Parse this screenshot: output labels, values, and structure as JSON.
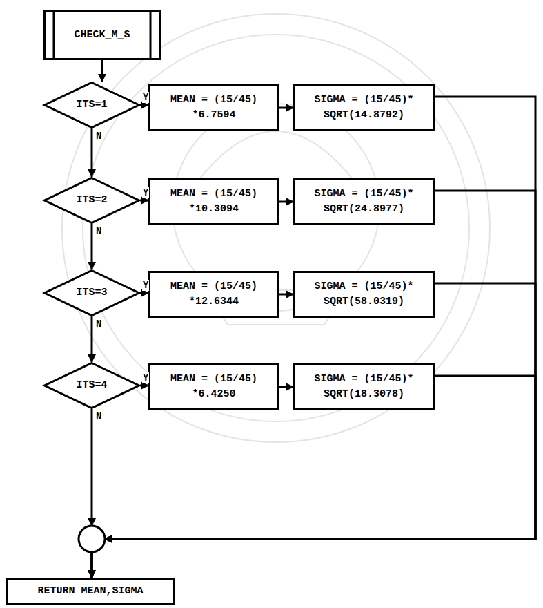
{
  "diagram": {
    "nodes": [
      {
        "text": [
          "CHECK_M_S"
        ]
      },
      {
        "text": [
          "ITS=1"
        ]
      },
      {
        "text": [
          "MEAN = (15/45) *6.7594"
        ]
      },
      {
        "text": [
          "SIGMA = (15/45)* SQRT(14.8792)"
        ]
      },
      {
        "text": [
          "ITS=2"
        ]
      },
      {
        "text": [
          "MEAN = (15/45) *10.3094"
        ]
      },
      {
        "text": [
          "SIGMA = (15/45)* SQRT(24.8977)"
        ]
      },
      {
        "text": [
          "ITS=3"
        ]
      },
      {
        "text": [
          "MEAN = (15/45) *12.6344"
        ]
      },
      {
        "text": [
          "SIGMA = (15/45)* SQRT(58.0319)"
        ]
      },
      {
        "text": [
          "ITS=4"
        ]
      },
      {
        "text": [
          "MEAN = (15/45) *6.4250"
        ]
      },
      {
        "text": [
          "SIGMA = (15/45)* SQRT(18.3078)"
        ]
      },
      {
        "text": [
          "RETURN MEAN,SIGMA"
        ]
      }
    ],
    "edges": [
      {
        "from": 0,
        "to": 1,
        "arrow": "to"
      },
      {
        "from": 1,
        "to": 2,
        "label": "Y",
        "arrow": "to"
      },
      {
        "from": 2,
        "to": 3,
        "arrow": "to"
      },
      {
        "from": 1,
        "to": 4,
        "label": "N",
        "arrow": "to"
      },
      {
        "from": 4,
        "to": 5,
        "label": "Y",
        "arrow": "to"
      },
      {
        "from": 5,
        "to": 6,
        "arrow": "to"
      },
      {
        "from": 4,
        "to": 7,
        "label": "N",
        "arrow": "to"
      },
      {
        "from": 7,
        "to": 8,
        "label": "Y",
        "arrow": "to"
      },
      {
        "from": 8,
        "to": 9,
        "arrow": "to"
      },
      {
        "from": 7,
        "to": 10,
        "label": "N",
        "arrow": "to"
      },
      {
        "from": 10,
        "to": 11,
        "label": "Y",
        "arrow": "to"
      },
      {
        "from": 11,
        "to": 12,
        "arrow": "to"
      },
      {
        "from": 10,
        "to": 13,
        "label": "N",
        "arrow": "to"
      },
      {
        "from": 3,
        "to": 13,
        "arrow": "to"
      },
      {
        "from": 6,
        "to": 13,
        "arrow": "to"
      },
      {
        "from": 9,
        "to": 13,
        "arrow": "to"
      },
      {
        "from": 12,
        "to": 13,
        "arrow": "to"
      }
    ]
  }
}
